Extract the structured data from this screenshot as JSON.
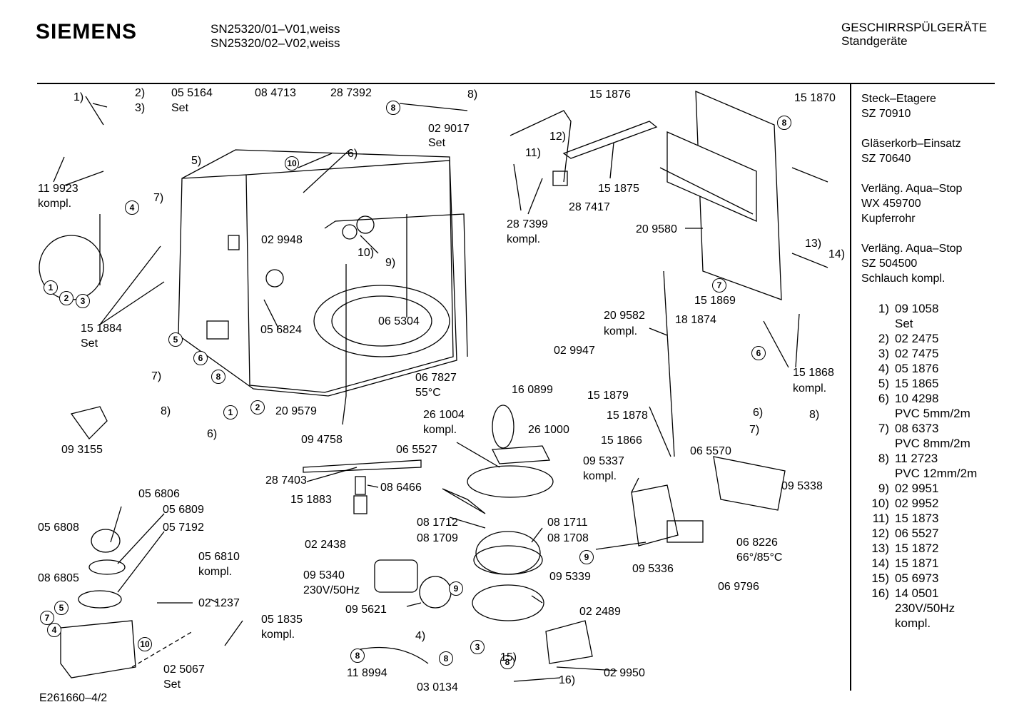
{
  "header": {
    "brand": "SIEMENS",
    "model_1": "SN25320/01–V01,weiss",
    "model_2": "SN25320/02–V02,weiss",
    "category": "GESCHIRRSPÜLGERÄTE",
    "subcategory": "Standgeräte"
  },
  "accessories": [
    {
      "name": "Steck–Etagere",
      "code": "SZ 70910",
      "extra": ""
    },
    {
      "name": "Gläserkorb–Einsatz",
      "code": "SZ 70640",
      "extra": ""
    },
    {
      "name": "Verläng. Aqua–Stop",
      "code": "WX 459700",
      "extra": "Kupferrohr"
    },
    {
      "name": "Verläng. Aqua–Stop",
      "code": "SZ 504500",
      "extra": "Schlauch kompl."
    }
  ],
  "legend": [
    {
      "num": "1)",
      "lines": [
        "09 1058",
        "Set"
      ]
    },
    {
      "num": "2)",
      "lines": [
        "02 2475"
      ]
    },
    {
      "num": "3)",
      "lines": [
        "02 7475"
      ]
    },
    {
      "num": "4)",
      "lines": [
        "05 1876"
      ]
    },
    {
      "num": "5)",
      "lines": [
        "15 1865"
      ]
    },
    {
      "num": "6)",
      "lines": [
        "10 4298",
        "PVC 5mm/2m"
      ]
    },
    {
      "num": "7)",
      "lines": [
        "08 6373",
        "PVC 8mm/2m"
      ]
    },
    {
      "num": "8)",
      "lines": [
        "11 2723",
        "PVC 12mm/2m"
      ]
    },
    {
      "num": "9)",
      "lines": [
        "02 9951"
      ]
    },
    {
      "num": "10)",
      "lines": [
        "02 9952"
      ]
    },
    {
      "num": "11)",
      "lines": [
        "15 1873"
      ]
    },
    {
      "num": "12)",
      "lines": [
        "06 5527"
      ]
    },
    {
      "num": "13)",
      "lines": [
        "15 1872"
      ]
    },
    {
      "num": "14)",
      "lines": [
        "15 1871"
      ]
    },
    {
      "num": "15)",
      "lines": [
        "05 6973"
      ]
    },
    {
      "num": "16)",
      "lines": [
        "14 0501",
        "230V/50Hz",
        "kompl."
      ]
    }
  ],
  "doc_id": "E261660–4/2",
  "labels": {
    "l1": "1)",
    "l2": "2)",
    "l3": "3)",
    "p119923": "11 9923",
    "kompl_a": "kompl.",
    "p055164": "05 5164",
    "set_a": "Set",
    "p084713": "08 4713",
    "p287392": "28 7392",
    "l8a": "8)",
    "l6a": "6)",
    "l5a": "5)",
    "l7a": "7)",
    "p029017": "02 9017",
    "set_b": "Set",
    "p029948": "02 9948",
    "l10": "10)",
    "l9": "9)",
    "p056824": "05 6824",
    "p065304": "06 5304",
    "p151884": "15 1884",
    "set_c": "Set",
    "l7b": "7)",
    "l8b": "8)",
    "l6b": "6)",
    "p209579": "20 9579",
    "p094758": "09 4758",
    "p093155": "09 3155",
    "p067827": "06 7827",
    "t55": "55°C",
    "p151876": "15 1876",
    "l12": "12)",
    "l11": "11)",
    "p151875": "15 1875",
    "p287399": "28 7399",
    "kompl_b": "kompl.",
    "p287417": "28 7417",
    "p151870": "15 1870",
    "p209580": "20 9580",
    "l13": "13)",
    "l14": "14)",
    "p151869": "15 1869",
    "p181874": "18 1874",
    "p209582": "20 9582",
    "kompl_c": "kompl.",
    "p029947": "02 9947",
    "p151868": "15 1868",
    "kompl_d": "kompl.",
    "l6c": "6)",
    "l8c": "8)",
    "l7c": "7)",
    "p151879": "15 1879",
    "p151878": "15 1878",
    "p151866": "15 1866",
    "p095337": "09 5337",
    "kompl_e": "kompl.",
    "p065570": "06 5570",
    "p095338": "09 5338",
    "p068226": "06 8226",
    "t6685": "66°/85°C",
    "p095336": "09 5336",
    "p069796": "06 9796",
    "p160899": "16 0899",
    "p261004": "26 1004",
    "kompl_f": "kompl.",
    "p261000": "26 1000",
    "p065527": "06 5527",
    "p287403": "28 7403",
    "p086466": "08 6466",
    "p151883": "15 1883",
    "p081712": "08 1712",
    "p081711": "08 1711",
    "p081709": "08 1709",
    "p081708": "08 1708",
    "p022438": "02 2438",
    "p095340": "09 5340",
    "t230": "230V/50Hz",
    "p095339": "09 5339",
    "p095621": "09 5621",
    "p022489": "02 2489",
    "l4": "4)",
    "p118994": "11 8994",
    "l15": "15)",
    "p029950": "02 9950",
    "l16": "16)",
    "p030134": "03 0134",
    "p056806": "05 6806",
    "p056809": "05 6809",
    "p056808": "05 6808",
    "p057192": "05 7192",
    "p056810": "05 6810",
    "kompl_g": "kompl.",
    "p086805": "08 6805",
    "p021237": "02 1237",
    "p051835": "05 1835",
    "kompl_h": "kompl.",
    "p025067": "02 5067",
    "set_d": "Set"
  }
}
